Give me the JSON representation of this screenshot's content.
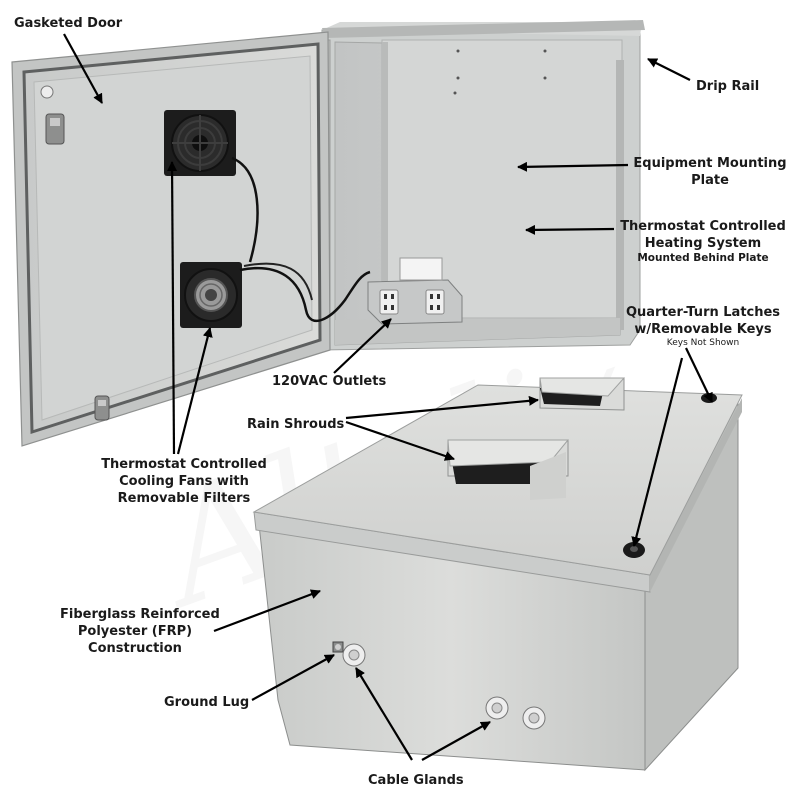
{
  "labels": {
    "gasketed_door": "Gasketed Door",
    "drip_rail": "Drip Rail",
    "equipment_mounting_plate": [
      "Equipment Mounting",
      "Plate"
    ],
    "heating_system": [
      "Thermostat Controlled",
      "Heating System"
    ],
    "heating_system_note": "Mounted Behind Plate",
    "quarter_turn_latches": [
      "Quarter-Turn Latches",
      "w/Removable Keys"
    ],
    "keys_note": "Keys Not Shown",
    "outlets": "120VAC Outlets",
    "rain_shrouds": "Rain Shrouds",
    "cooling_fans": [
      "Thermostat Controlled",
      "Cooling Fans with",
      "Removable Filters"
    ],
    "frp_construction": [
      "Fiberglass Reinforced",
      "Polyester (FRP)",
      "Construction"
    ],
    "ground_lug": "Ground Lug",
    "cable_glands": "Cable Glands"
  },
  "colors": {
    "enclosure": "#d9dad8",
    "enclosure_shadow": "#b9bbb8",
    "interior": "#cfd1d0",
    "fan": "#1c1c1c",
    "outlet_box": "#c6c8c8",
    "arrow": "#000000",
    "watermark": "#eeeeee"
  },
  "icons": [
    "fan-icon",
    "outlet-icon",
    "cable-gland-icon",
    "latch-icon",
    "ground-lug-icon"
  ]
}
